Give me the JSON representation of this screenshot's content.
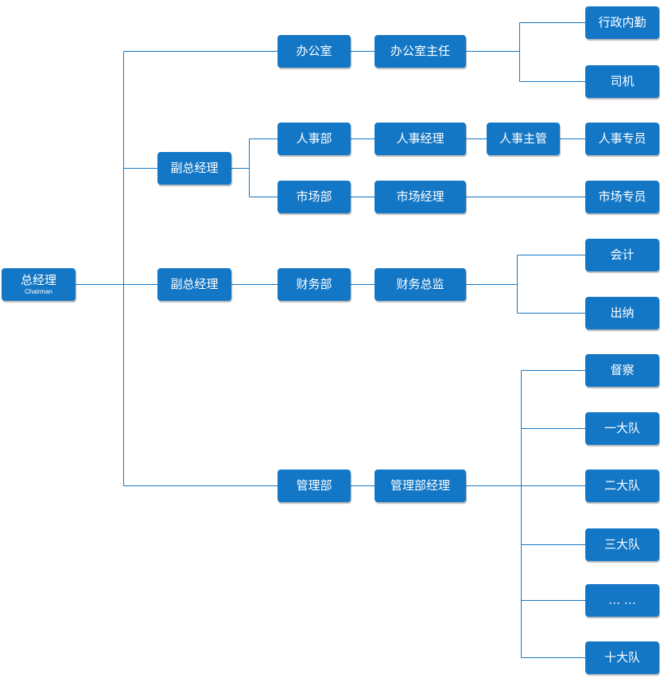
{
  "colors": {
    "node_fill": "#1377c6",
    "node_text": "#ffffff",
    "connector": "#1377c6"
  },
  "root": {
    "label": "总经理",
    "subtitle": "Chairman"
  },
  "vp": {
    "a": "副总经理",
    "b": "副总经理"
  },
  "office": {
    "dept": "办公室",
    "head": "办公室主任",
    "staff": [
      "行政内勤",
      "司机"
    ]
  },
  "hr": {
    "dept": "人事部",
    "manager": "人事经理",
    "supervisor": "人事主管",
    "staff": "人事专员"
  },
  "marketing": {
    "dept": "市场部",
    "manager": "市场经理",
    "staff": "市场专员"
  },
  "finance": {
    "dept": "财务部",
    "director": "财务总监",
    "staff": [
      "会计",
      "出纳"
    ]
  },
  "management": {
    "dept": "管理部",
    "manager": "管理部经理",
    "units": [
      "督察",
      "一大队",
      "二大队",
      "三大队",
      "… …",
      "十大队"
    ]
  }
}
